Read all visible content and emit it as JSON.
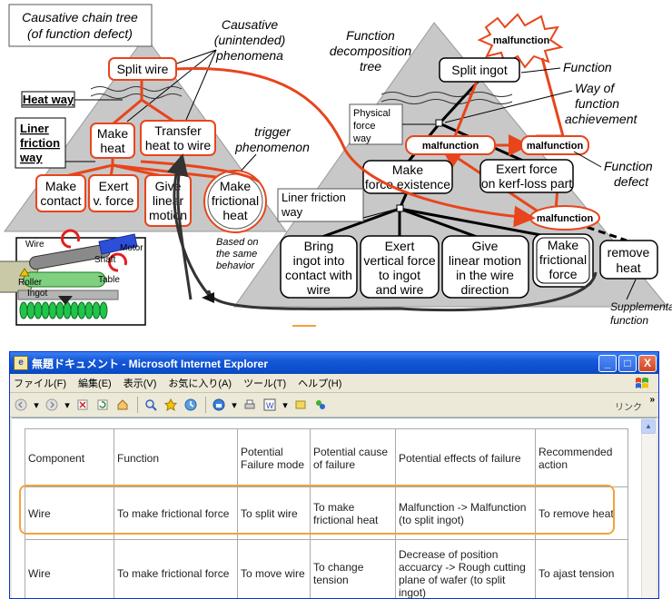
{
  "diagram": {
    "causative_tree_title": [
      "Causative chain tree",
      "(of function defect)"
    ],
    "causative_phenomena": [
      "Causative",
      "(unintended)",
      "phenomena"
    ],
    "trigger_phenomenon": [
      "trigger",
      "phenomenon"
    ],
    "heat_way": "Heat way",
    "liner_friction_way_left": [
      "Liner",
      "friction",
      "way"
    ],
    "left_nodes": {
      "split_wire": "Split wire",
      "make_heat": [
        "Make",
        "heat"
      ],
      "transfer_heat": [
        "Transfer",
        "heat to wire"
      ],
      "make_contact": [
        "Make",
        "contact"
      ],
      "exert_v_force": [
        "Exert",
        "v. force"
      ],
      "give_linear_motion": [
        "Give",
        "linear",
        "motion"
      ],
      "make_frictional_heat": [
        "Make",
        "frictional",
        "heat"
      ]
    },
    "based_on": [
      "Based on",
      "the same",
      "behavior"
    ],
    "machine_labels": {
      "wire": "Wire",
      "motor": "Motor",
      "shaft": "Shaft",
      "roller": "Roller",
      "ingot": "Ingot",
      "table": "Table"
    },
    "function_decomposition_tree": [
      "Function",
      "decomposition",
      "tree"
    ],
    "function_label": "Function",
    "way_of_function": [
      "Way of",
      "function",
      "achievement"
    ],
    "physical_force_way": [
      "Physical",
      "force",
      "way"
    ],
    "function_defect": [
      "Function",
      "defect"
    ],
    "liner_friction_way_right": [
      "Liner friction",
      "way"
    ],
    "supplementary_function": [
      "Supplementary",
      "function"
    ],
    "malfunction": "malfunction",
    "right_nodes": {
      "split_ingot": "Split ingot",
      "make_force_existence": [
        "Make",
        "force existence"
      ],
      "exert_force_kerf": [
        "Exert force",
        "on kerf-loss part"
      ],
      "bring_ingot": [
        "Bring",
        "ingot into",
        "contact with",
        "wire"
      ],
      "exert_vertical": [
        "Exert",
        "vertical force",
        "to ingot",
        "and wire"
      ],
      "give_linear_wire": [
        "Give",
        "linear motion",
        "in the wire",
        "direction"
      ],
      "make_frictional_force": [
        "Make",
        "frictional",
        "force"
      ],
      "remove_heat": [
        "remove",
        "heat"
      ]
    }
  },
  "browser": {
    "title": "無題ドキュメント - Microsoft Internet Explorer",
    "menu": [
      "ファイル(F)",
      "編集(E)",
      "表示(V)",
      "お気に入り(A)",
      "ツール(T)",
      "ヘルプ(H)"
    ],
    "links_label": "リンク",
    "minimize": "_",
    "maximize": "□",
    "close": "X"
  },
  "table": {
    "headers": [
      "Component",
      "Function",
      "Potential Failure mode",
      "Potential cause of failure",
      "Potential effects of failure",
      "Recommended action"
    ],
    "rows": [
      [
        "Wire",
        "To make frictional force",
        "To split wire",
        "To make frictional heat",
        "Malfunction -> Malfunction (to split ingot)",
        "To remove heat"
      ],
      [
        "Wire",
        "To make frictional force",
        "To move wire",
        "To change tension",
        "Decrease of position accuarcy -> Rough cutting plane of wafer (to split ingot)",
        "To ajast tension"
      ]
    ]
  },
  "colors": {
    "emphasis": "#e8451c",
    "highlight": "#f2a23c",
    "titlebar": "#0a4ecb"
  }
}
